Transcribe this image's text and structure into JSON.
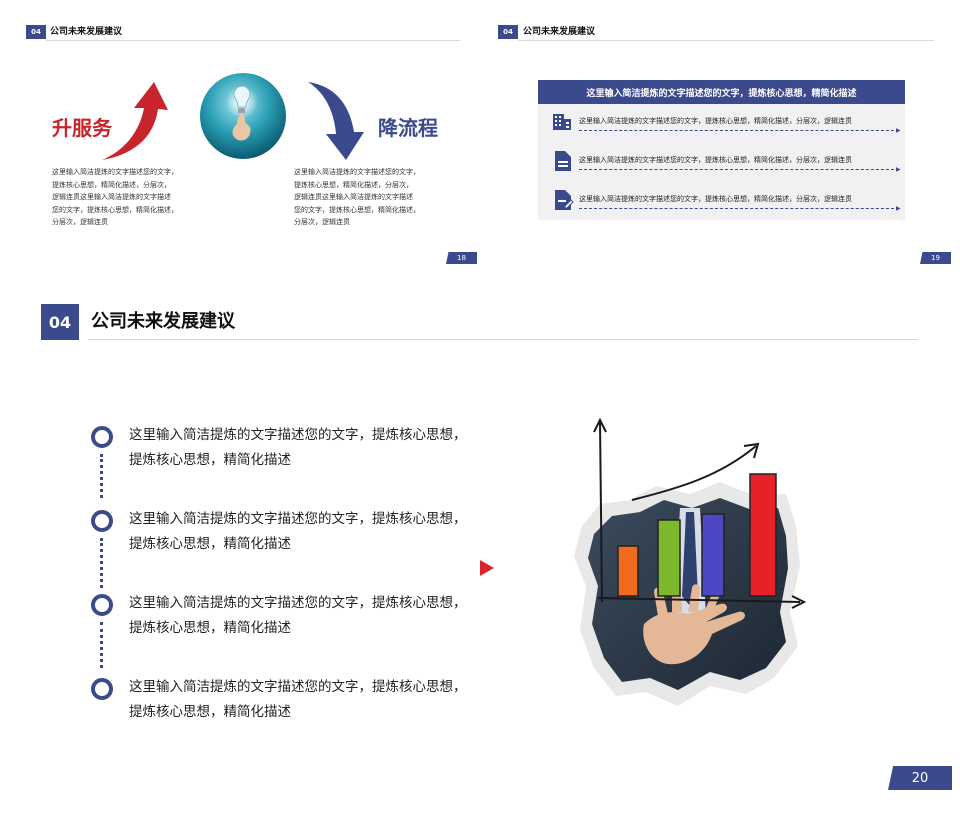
{
  "slide18": {
    "badge": "04",
    "title": "公司未来发展建议",
    "left_heading": "升服务",
    "right_heading": "降流程",
    "left_lines": [
      "这里输入简洁提炼的文字描述您的文字，",
      "提炼核心思想，精简化描述，分层次，",
      "逻辑连贯这里输入简洁提炼的文字描述",
      "您的文字，提炼核心思想，精简化描述，",
      "分层次，逻辑连贯"
    ],
    "right_lines": [
      "这里输入简洁提炼的文字描述您的文字，",
      "提炼核心思想，精简化描述，分层次，",
      "逻辑连贯这里输入简洁提炼的文字描述",
      "您的文字，提炼核心思想，精简化描述，",
      "分层次，逻辑连贯"
    ],
    "page": "18",
    "colors": {
      "red": "#c8242b",
      "blue": "#3b4a8c"
    }
  },
  "slide19": {
    "badge": "04",
    "title": "公司未来发展建议",
    "header": "这里输入简洁提炼的文字描述您的文字，提炼核心思想，精简化描述",
    "rows": [
      {
        "icon": "building-icon",
        "text": "这里输入简洁提炼的文字描述您的文字，提炼核心思想，精简化描述，分层次，逻辑连贯"
      },
      {
        "icon": "document-icon",
        "text": "这里输入简洁提炼的文字描述您的文字，提炼核心思想，精简化描述，分层次，逻辑连贯"
      },
      {
        "icon": "document-edit-icon",
        "text": "这里输入简洁提炼的文字描述您的文字，提炼核心思想，精简化描述，分层次，逻辑连贯"
      }
    ],
    "page": "19"
  },
  "slide20": {
    "badge": "04",
    "title": "公司未来发展建议",
    "items": [
      {
        "line1": "这里输入简洁提炼的文字描述您的文字，提炼核心思想，",
        "line2": "提炼核心思想，精简化描述"
      },
      {
        "line1": "这里输入简洁提炼的文字描述您的文字，提炼核心思想，",
        "line2": "提炼核心思想，精简化描述"
      },
      {
        "line1": "这里输入简洁提炼的文字描述您的文字，提炼核心思想，",
        "line2": "提炼核心思想，精简化描述"
      },
      {
        "line1": "这里输入简洁提炼的文字描述您的文字，提炼核心思想，",
        "line2": "提炼核心思想，精简化描述"
      }
    ],
    "page": "20",
    "colors": {
      "accent": "#3b4a8c",
      "arrow": "#d9262e"
    }
  }
}
